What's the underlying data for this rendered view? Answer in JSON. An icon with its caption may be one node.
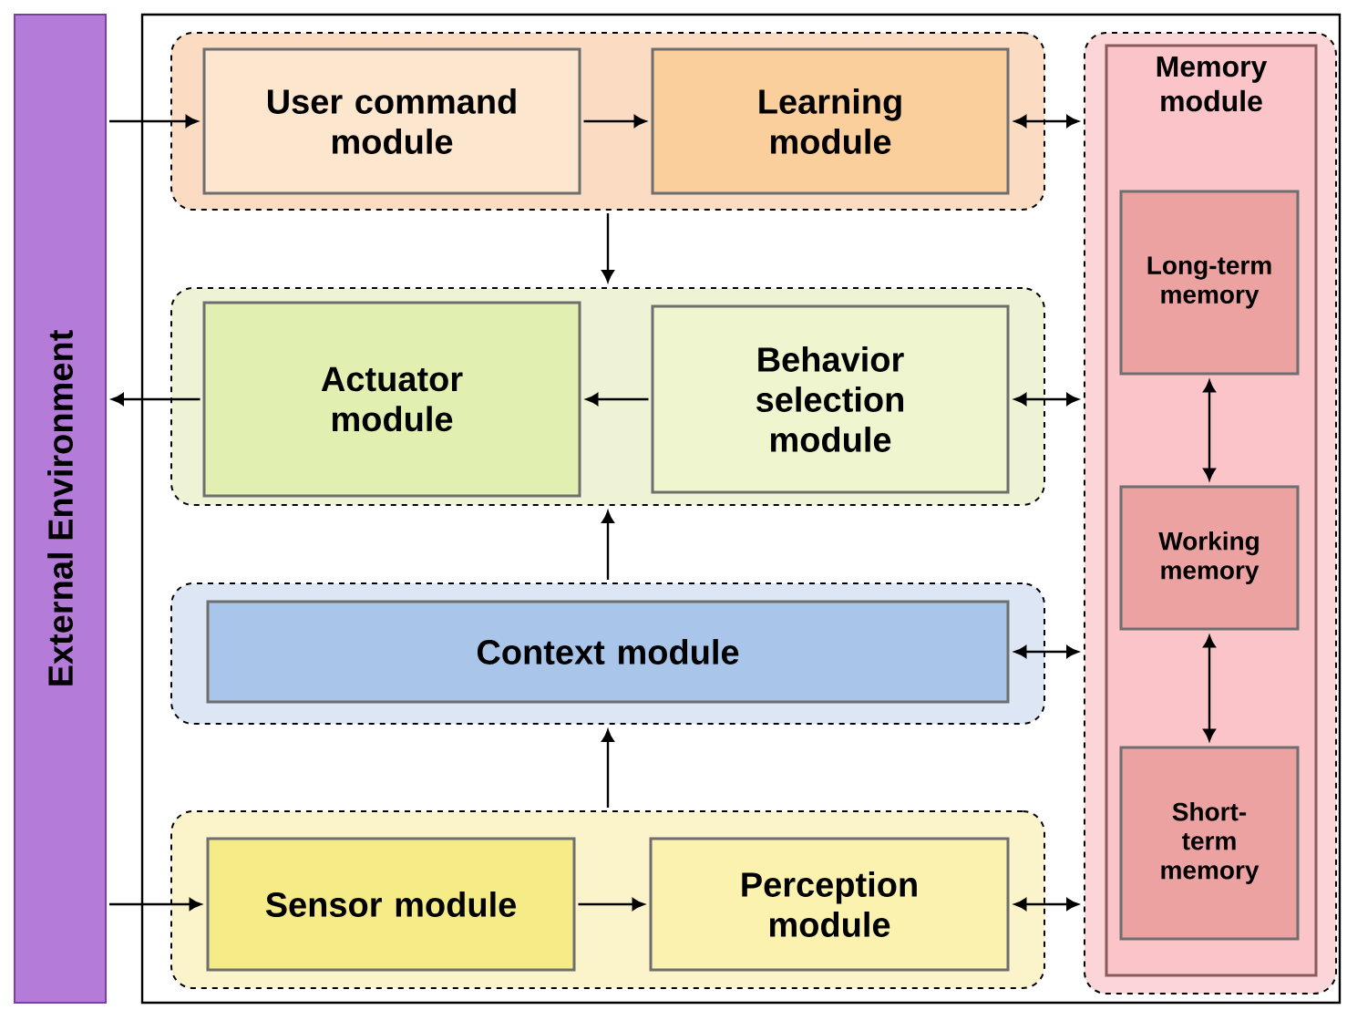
{
  "diagram": {
    "nodes": [
      {
        "text": [
          "External Environment"
        ]
      },
      {
        "text": [],
        "shape": "box"
      },
      {
        "text": [
          "User command module"
        ],
        "in": 1
      },
      {
        "text": [
          "Learning module"
        ],
        "in": 1
      },
      {
        "text": [],
        "shape": "box"
      },
      {
        "text": [
          "Actuator module"
        ],
        "in": 4
      },
      {
        "text": [
          "Behavior selection module"
        ],
        "in": 4
      },
      {
        "text": [],
        "shape": "box"
      },
      {
        "text": [
          "Context module"
        ],
        "in": 7
      },
      {
        "text": [],
        "shape": "box"
      },
      {
        "text": [
          "Sensor module"
        ],
        "in": 9
      },
      {
        "text": [
          "Perception module"
        ],
        "in": 9
      },
      {
        "text": [],
        "shape": "box"
      },
      {
        "text": [
          "Memory module"
        ],
        "in": 12
      },
      {
        "text": [
          "Long-term memory"
        ],
        "in": 13
      },
      {
        "text": [
          "Working memory"
        ],
        "in": 13
      },
      {
        "text": [
          "Short-term memory"
        ],
        "in": 13
      }
    ],
    "edges": [
      {
        "from": 0,
        "to": 2,
        "arrow": "to"
      },
      {
        "from": 2,
        "to": 3,
        "arrow": "to"
      },
      {
        "from": 3,
        "to": 12,
        "arrow": "both"
      },
      {
        "from": 1,
        "to": 4,
        "arrow": "to"
      },
      {
        "from": 6,
        "to": 5,
        "arrow": "to"
      },
      {
        "from": 5,
        "to": 0,
        "arrow": "to"
      },
      {
        "from": 6,
        "to": 12,
        "arrow": "both"
      },
      {
        "from": 7,
        "to": 4,
        "arrow": "to"
      },
      {
        "from": 8,
        "to": 12,
        "arrow": "both"
      },
      {
        "from": 9,
        "to": 7,
        "arrow": "to"
      },
      {
        "from": 0,
        "to": 10,
        "arrow": "to"
      },
      {
        "from": 10,
        "to": 11,
        "arrow": "to"
      },
      {
        "from": 11,
        "to": 12,
        "arrow": "both"
      },
      {
        "from": 14,
        "to": 15,
        "arrow": "both"
      },
      {
        "from": 15,
        "to": 16,
        "arrow": "both"
      }
    ]
  }
}
